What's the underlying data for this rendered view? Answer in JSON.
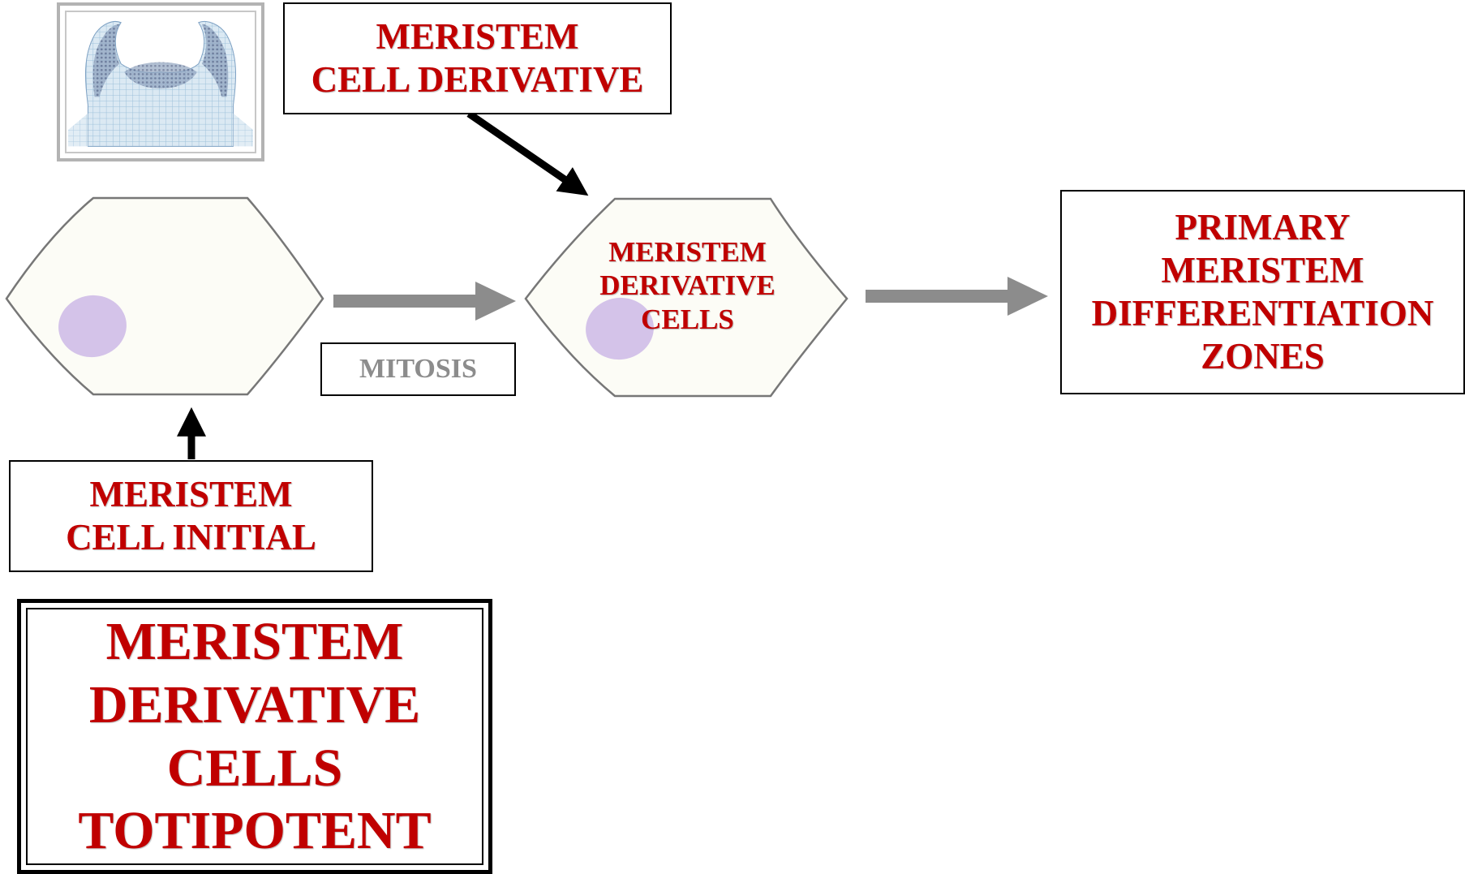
{
  "colors": {
    "label_text": "#c00000",
    "mitosis_text": "#8c8c8c",
    "cell_fill": "#fcfcf6",
    "cell_outline": "#777777",
    "nucleus": "#c9b3e3",
    "process_arrow": "#8c8c8c",
    "pointer_arrow": "#000000"
  },
  "image": {
    "icon": "meristem-micrograph-icon"
  },
  "labels": {
    "cell_derivative": [
      "MERISTEM",
      "CELL DERIVATIVE"
    ],
    "cell_initial": [
      "MERISTEM",
      "CELL INITIAL"
    ],
    "mitosis": "MITOSIS",
    "derivative_cells": [
      "MERISTEM",
      "DERIVATIVE",
      "CELLS"
    ],
    "primary_meristem": [
      "PRIMARY",
      "MERISTEM",
      "DIFFERENTIATION",
      "ZONES"
    ],
    "totipotent": [
      "MERISTEM",
      "DERIVATIVE",
      "CELLS",
      "TOTIPOTENT"
    ]
  }
}
